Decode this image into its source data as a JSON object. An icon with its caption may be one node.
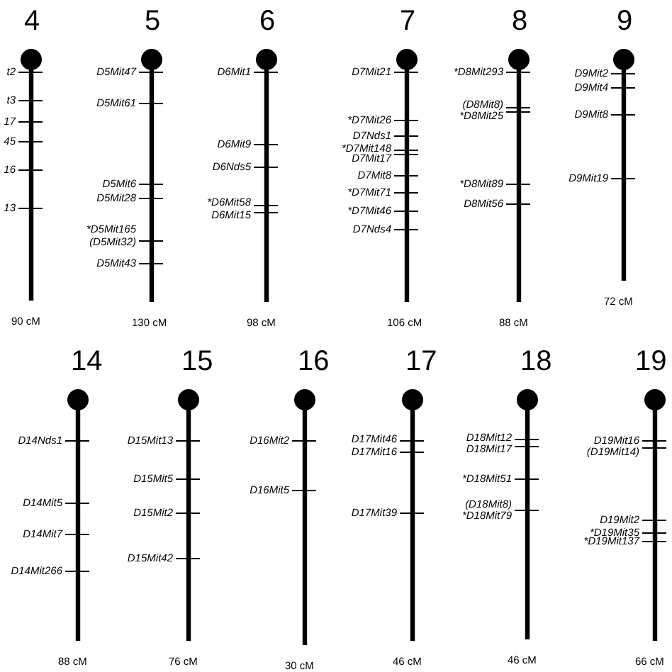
{
  "diagram": {
    "nodes": [
      {
        "text": [
          "4"
        ],
        "beside": [
          "t2",
          "t3",
          "17",
          "45",
          "16",
          "13",
          "90 cM"
        ]
      },
      {
        "text": [
          "5"
        ],
        "beside": [
          "D5Mit47",
          "D5Mit61",
          "D5Mit6",
          "D5Mit28",
          "*D5Mit165",
          "(D5Mit32)",
          "D5Mit43",
          "130 cM"
        ]
      },
      {
        "text": [
          "6"
        ],
        "beside": [
          "D6Mit1",
          "D6Mit9",
          "D6Nds5",
          "*D6Mit58",
          "D6Mit15",
          "98 cM"
        ]
      },
      {
        "text": [
          "7"
        ],
        "beside": [
          "D7Mit21",
          "*D7Mit26",
          "D7Nds1",
          "*D7Mit148",
          "D7Mit17",
          "D7Mit8",
          "*D7Mit71",
          "*D7Mit46",
          "D7Nds4",
          "106 cM"
        ]
      },
      {
        "text": [
          "8"
        ],
        "beside": [
          "*D8Mit293",
          "(D8Mit8)",
          "*D8Mit25",
          "*D8Mit89",
          "D8Mit56",
          "88 cM"
        ]
      },
      {
        "text": [
          "9"
        ],
        "beside": [
          "D9Mit2",
          "D9Mit4",
          "D9Mit8",
          "D9Mit19",
          "72 cM"
        ]
      },
      {
        "text": [
          "14"
        ],
        "beside": [
          "D14Nds1",
          "D14Mit5",
          "D14Mit7",
          "D14Mit266",
          "88 cM"
        ]
      },
      {
        "text": [
          "15"
        ],
        "beside": [
          "D15Mit13",
          "D15Mit5",
          "D15Mit2",
          "D15Mit42",
          "76 cM"
        ]
      },
      {
        "text": [
          "16"
        ],
        "beside": [
          "D16Mit2",
          "D16Mit5",
          "30 cM"
        ]
      },
      {
        "text": [
          "17"
        ],
        "beside": [
          "D17Mit46",
          "D17Mit16",
          "D17Mit39",
          "46 cM"
        ]
      },
      {
        "text": [
          "18"
        ],
        "beside": [
          "D18Mit12",
          "D18Mit17",
          "*D18Mit51",
          "(D18Mit8)",
          "*D18Mit79",
          "46 cM"
        ]
      },
      {
        "text": [
          "19"
        ],
        "beside": [
          "D19Mit16",
          "(D19Mit14)",
          "D19Mit2",
          "*D19Mit35",
          "*D19Mit137",
          "66 cM"
        ]
      }
    ]
  }
}
